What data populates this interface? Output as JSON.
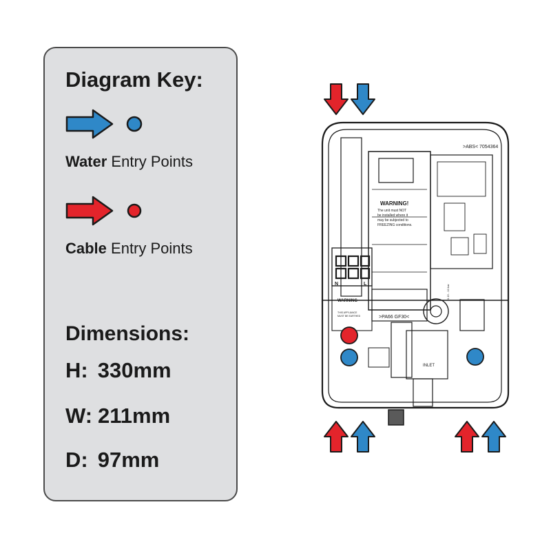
{
  "key": {
    "title": "Diagram Key:",
    "water": {
      "bold": "Water",
      "rest": " Entry Points",
      "color": "#2f88c8"
    },
    "cable": {
      "bold": "Cable",
      "rest": " Entry Points",
      "color": "#e3242b"
    }
  },
  "dimensions": {
    "title": "Dimensions:",
    "rows": [
      {
        "label": "H:",
        "value": "330mm"
      },
      {
        "label": "W:",
        "value": "211mm"
      },
      {
        "label": "D:",
        "value": "97mm"
      }
    ]
  },
  "unit": {
    "warning_title": "WARNING!",
    "warning_body": [
      "The unit must NOT",
      "be installed where it",
      "may be subjected to",
      "FREEZING conditions."
    ],
    "label_abs": ">ABS<",
    "label_code": "7054364",
    "label_material": ">PA66 GF30<",
    "terminal_n": "N",
    "terminal_l": "L",
    "warning_small": "WARNING",
    "warning_small_body": [
      "THIS APPLIANCE",
      "MUST BE EARTHED"
    ],
    "inlet": "INLET",
    "pressure": "0.15 - 10 bar"
  },
  "colors": {
    "water": "#2f88c8",
    "cable": "#e3242b",
    "panel": "#dedfe1",
    "outline": "#1a1a1a"
  }
}
